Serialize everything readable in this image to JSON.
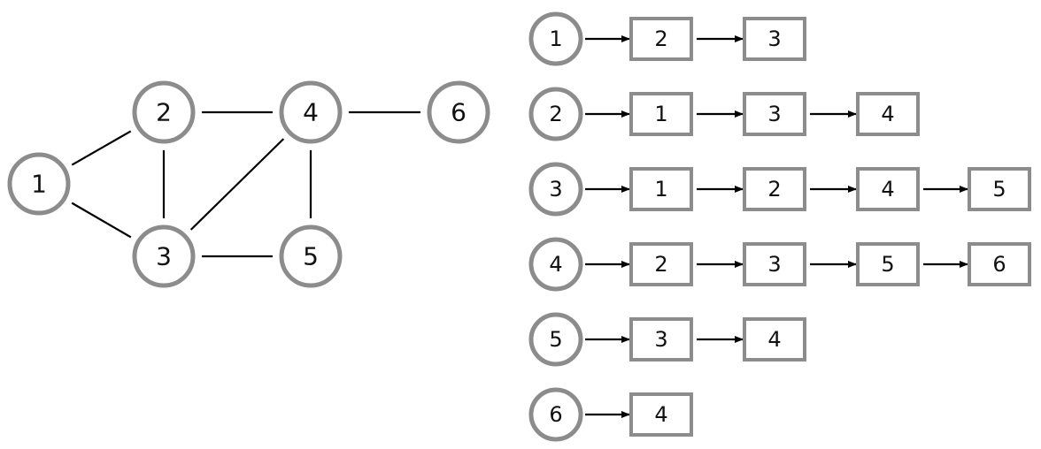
{
  "graph": {
    "nodes": [
      {
        "id": "1",
        "label": "1"
      },
      {
        "id": "2",
        "label": "2"
      },
      {
        "id": "3",
        "label": "3"
      },
      {
        "id": "4",
        "label": "4"
      },
      {
        "id": "5",
        "label": "5"
      },
      {
        "id": "6",
        "label": "6"
      }
    ],
    "edges": [
      [
        "1",
        "2"
      ],
      [
        "1",
        "3"
      ],
      [
        "2",
        "3"
      ],
      [
        "2",
        "4"
      ],
      [
        "3",
        "4"
      ],
      [
        "3",
        "5"
      ],
      [
        "4",
        "5"
      ],
      [
        "4",
        "6"
      ]
    ]
  },
  "adjacency_list": [
    {
      "vertex": "1",
      "neighbors": [
        "2",
        "3"
      ]
    },
    {
      "vertex": "2",
      "neighbors": [
        "1",
        "3",
        "4"
      ]
    },
    {
      "vertex": "3",
      "neighbors": [
        "1",
        "2",
        "4",
        "5"
      ]
    },
    {
      "vertex": "4",
      "neighbors": [
        "2",
        "3",
        "5",
        "6"
      ]
    },
    {
      "vertex": "5",
      "neighbors": [
        "3",
        "4"
      ]
    },
    {
      "vertex": "6",
      "neighbors": [
        "4"
      ]
    }
  ],
  "colors": {
    "outline": "#8c8c8c",
    "line": "#000000",
    "text": "#111111",
    "background": "#ffffff"
  }
}
